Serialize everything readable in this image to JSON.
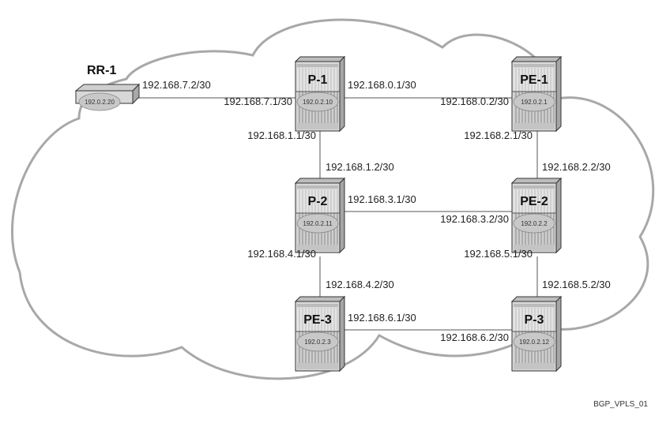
{
  "figure_id": "BGP_VPLS_01",
  "nodes": {
    "rr1": {
      "name": "RR-1",
      "system_ip": "192.0.2.20",
      "type": "route-reflector"
    },
    "p1": {
      "name": "P-1",
      "system_ip": "192.0.2.10",
      "type": "router"
    },
    "pe1": {
      "name": "PE-1",
      "system_ip": "192.0.2.1",
      "type": "router"
    },
    "p2": {
      "name": "P-2",
      "system_ip": "192.0.2.11",
      "type": "router"
    },
    "pe2": {
      "name": "PE-2",
      "system_ip": "192.0.2.2",
      "type": "router"
    },
    "pe3": {
      "name": "PE-3",
      "system_ip": "192.0.2.3",
      "type": "router"
    },
    "p3": {
      "name": "P-3",
      "system_ip": "192.0.2.12",
      "type": "router"
    }
  },
  "links": {
    "rr1_p1": {
      "a": "RR-1",
      "b": "P-1",
      "a_ip": "192.168.7.2/30",
      "b_ip": "192.168.7.1/30"
    },
    "p1_pe1": {
      "a": "P-1",
      "b": "PE-1",
      "a_ip": "192.168.0.1/30",
      "b_ip": "192.168.0.2/30"
    },
    "p1_p2": {
      "a": "P-1",
      "b": "P-2",
      "a_ip": "192.168.1.1/30",
      "b_ip": "192.168.1.2/30"
    },
    "pe1_pe2": {
      "a": "PE-1",
      "b": "PE-2",
      "a_ip": "192.168.2.1/30",
      "b_ip": "192.168.2.2/30"
    },
    "p2_pe2": {
      "a": "P-2",
      "b": "PE-2",
      "a_ip": "192.168.3.1/30",
      "b_ip": "192.168.3.2/30"
    },
    "p2_pe3": {
      "a": "P-2",
      "b": "PE-3",
      "a_ip": "192.168.4.1/30",
      "b_ip": "192.168.4.2/30"
    },
    "pe2_p3": {
      "a": "PE-2",
      "b": "P-3",
      "a_ip": "192.168.5.1/30",
      "b_ip": "192.168.5.2/30"
    },
    "pe3_p3": {
      "a": "PE-3",
      "b": "P-3",
      "a_ip": "192.168.6.1/30",
      "b_ip": "192.168.6.2/30"
    }
  },
  "colors": {
    "cloud_stroke": "#a8a8a8",
    "link": "#555555",
    "router_body": "#d4d4d4",
    "router_dark": "#9a9a9a",
    "system_ellipse": "#c8c8c8"
  }
}
